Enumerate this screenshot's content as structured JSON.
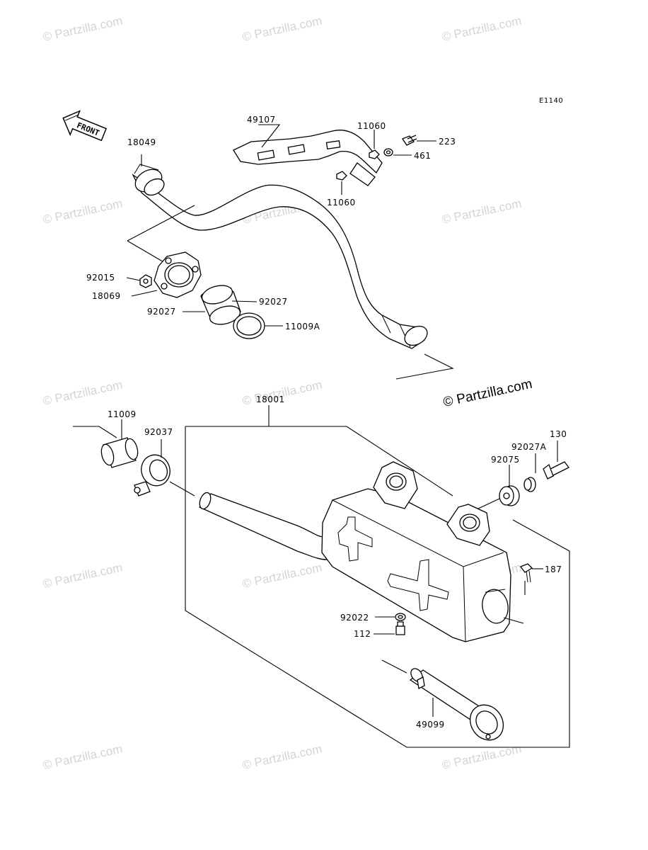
{
  "diagram_code": "E1140",
  "front_label": "FRONT",
  "watermark": "© Partzilla.com",
  "parts": {
    "p18049": "18049",
    "p49107": "49107",
    "p11060a": "11060",
    "p11060b": "11060",
    "p223": "223",
    "p461": "461",
    "p92015": "92015",
    "p18069": "18069",
    "p92027a": "92027",
    "p92027b": "92027",
    "p11009A": "11009A",
    "p18001": "18001",
    "p11009": "11009",
    "p92037": "92037",
    "p130": "130",
    "p92027A": "92027A",
    "p92075": "92075",
    "p187": "187",
    "p92022": "92022",
    "p112": "112",
    "p49099": "49099"
  }
}
